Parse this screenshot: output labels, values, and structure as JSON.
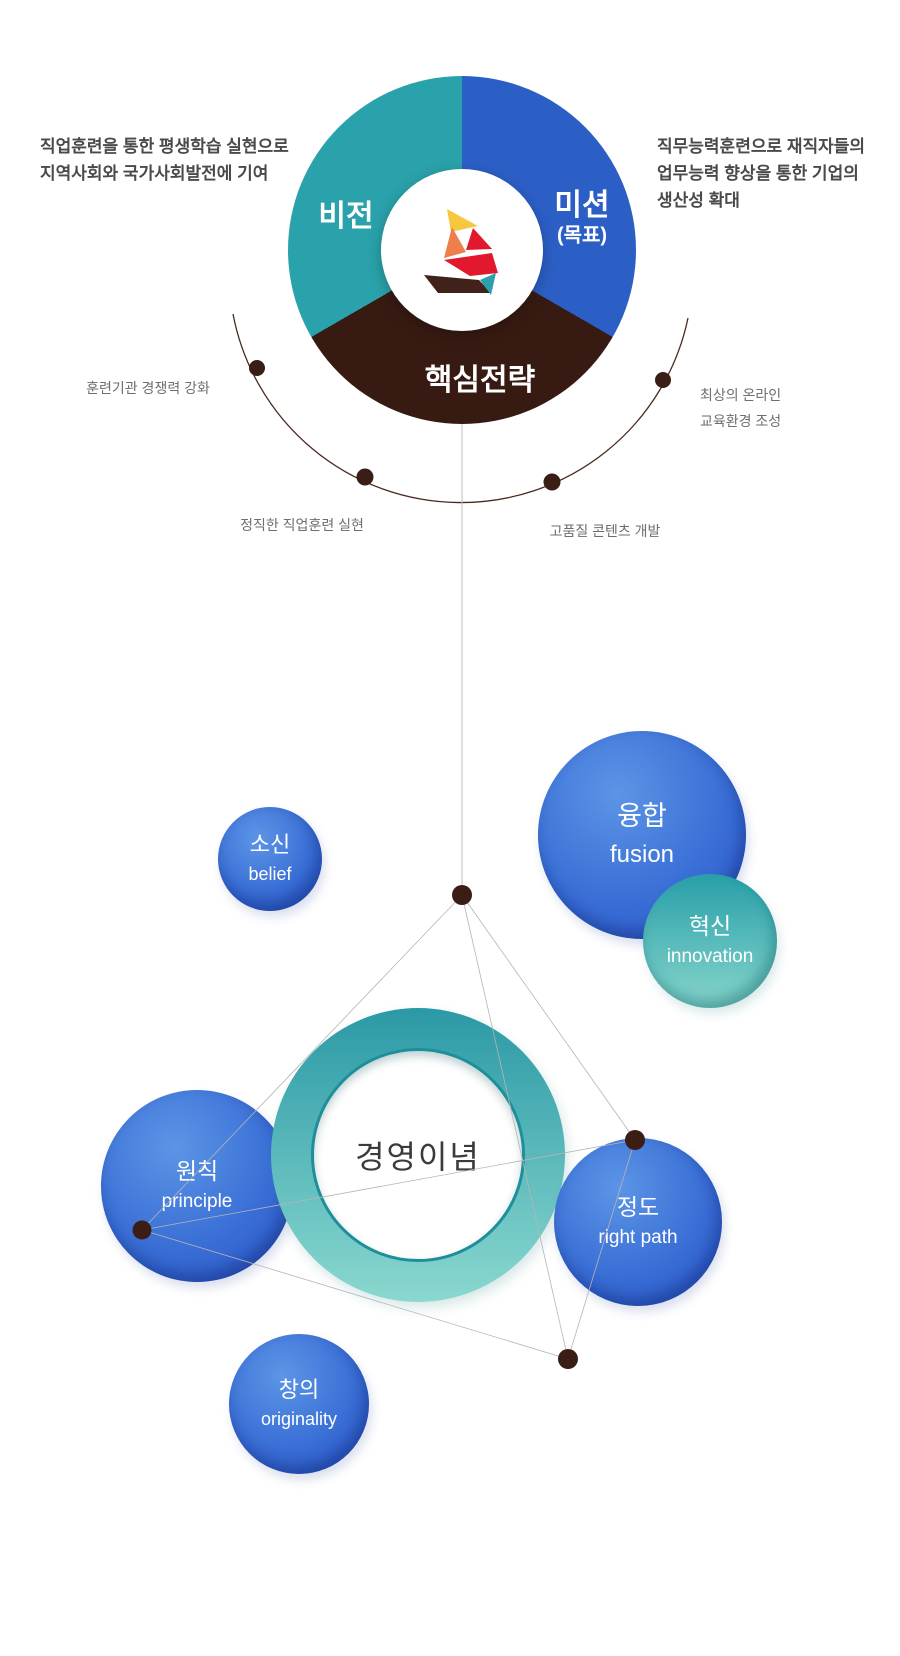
{
  "vision_mission": {
    "vision": {
      "label": "비전",
      "color": "#2AA2AB",
      "description_lines": [
        "직업훈련을 통한 평생학습 실현으로",
        "지역사회와 국가사회발전에 기여"
      ]
    },
    "mission": {
      "label": "미션",
      "sublabel": "(목표)",
      "color": "#2C5FC6",
      "description_lines": [
        "직무능력훈련으로 재직자들의",
        "업무능력 향상을 통한 기업의",
        "생산성 확대"
      ]
    },
    "core_strategy": {
      "label": "핵심전략",
      "color": "#371B12"
    },
    "logo": "tangram-sailboat-logo"
  },
  "strategies": {
    "items": [
      {
        "label_lines": [
          "훈련기관 경쟁력 강화"
        ]
      },
      {
        "label_lines": [
          "정직한 직업훈련 실현"
        ]
      },
      {
        "label_lines": [
          "고품질 콘텐츠 개발"
        ]
      },
      {
        "label_lines": [
          "최상의 온라인",
          "교육환경 조성"
        ]
      }
    ]
  },
  "philosophy": {
    "title": "경영이념",
    "values": [
      {
        "ko": "소신",
        "en": "belief",
        "style": "blue"
      },
      {
        "ko": "융합",
        "en": "fusion",
        "style": "blue"
      },
      {
        "ko": "혁신",
        "en": "innovation",
        "style": "teal"
      },
      {
        "ko": "원칙",
        "en": "principle",
        "style": "blue"
      },
      {
        "ko": "정도",
        "en": "right path",
        "style": "blue"
      },
      {
        "ko": "창의",
        "en": "originality",
        "style": "blue"
      }
    ]
  },
  "colors": {
    "teal_segment": "#2AA2AB",
    "blue_segment": "#2C5FC6",
    "dark_brown_segment": "#371B12",
    "node_dot_brown": "#3A1D15",
    "arc_line_brown": "#4A2A20",
    "connector_gray": "#B5B5B5",
    "body_text": "#4A4A4A",
    "label_gray": "#6E6E6E",
    "blue_circle": "#3A6FD6",
    "teal_circle": "#4FBDB9",
    "logo_yellow": "#F6C840",
    "logo_orange": "#EE7E4B",
    "logo_red": "#E2182D",
    "logo_brown": "#40221A",
    "logo_teal": "#2BA0AC"
  }
}
